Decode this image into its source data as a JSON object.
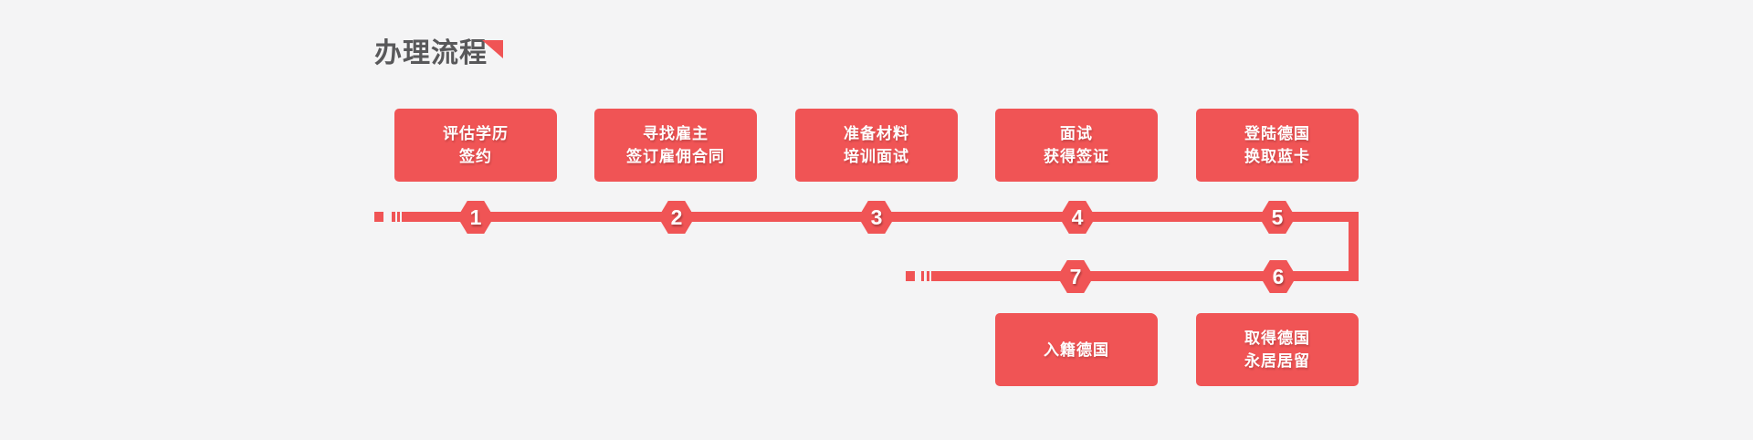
{
  "theme": {
    "accent": "#f05455",
    "background": "#f4f4f5",
    "title_color": "#58585a",
    "text_on_accent": "#ffffff"
  },
  "header": {
    "title": "办理流程"
  },
  "flow": {
    "steps": [
      {
        "num": "1",
        "line1": "评估学历",
        "line2": "签约"
      },
      {
        "num": "2",
        "line1": "寻找雇主",
        "line2": "签订雇佣合同"
      },
      {
        "num": "3",
        "line1": "准备材料",
        "line2": "培训面试"
      },
      {
        "num": "4",
        "line1": "面试",
        "line2": "获得签证"
      },
      {
        "num": "5",
        "line1": "登陆德国",
        "line2": "换取蓝卡"
      },
      {
        "num": "6",
        "line1": "取得德国",
        "line2": "永居居留"
      },
      {
        "num": "7",
        "line1": "入籍德国",
        "line2": ""
      }
    ]
  }
}
